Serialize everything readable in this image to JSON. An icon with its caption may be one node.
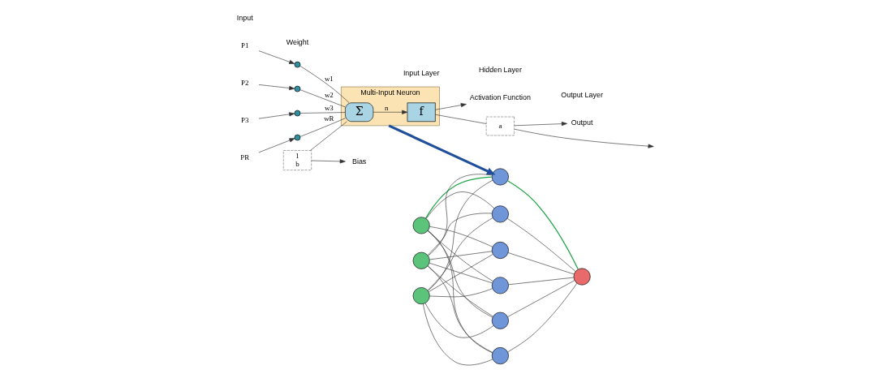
{
  "diagram": {
    "nodes": [
      {
        "text": [
          "Multi-Input Neuron"
        ]
      },
      {
        "text": [
          "Σ"
        ],
        "in": 0
      },
      {
        "text": [
          "f"
        ],
        "in": 0
      },
      {
        "text": [
          "P1"
        ]
      },
      {
        "text": [],
        "shape": "circle"
      },
      {
        "text": [
          "P2"
        ]
      },
      {
        "text": [],
        "shape": "circle"
      },
      {
        "text": [
          "P3"
        ]
      },
      {
        "text": [],
        "shape": "circle"
      },
      {
        "text": [
          "PR"
        ]
      },
      {
        "text": [],
        "shape": "circle"
      },
      {
        "text": [
          "a"
        ]
      },
      {
        "text": [
          "1",
          "b"
        ]
      },
      {
        "text": [
          "Output"
        ]
      },
      {
        "text": [
          "Activation Function"
        ]
      },
      {
        "text": [
          "Bias"
        ]
      },
      {
        "text": [],
        "shape": "circle"
      },
      {
        "text": [],
        "shape": "circle"
      },
      {
        "text": [],
        "shape": "circle"
      },
      {
        "text": [],
        "shape": "circle"
      },
      {
        "text": [],
        "shape": "circle"
      },
      {
        "text": [],
        "shape": "circle"
      },
      {
        "text": [],
        "shape": "circle"
      },
      {
        "text": [],
        "shape": "circle"
      },
      {
        "text": [],
        "shape": "circle"
      },
      {
        "text": [],
        "shape": "circle"
      }
    ],
    "edges": [
      {
        "from": 3,
        "to": 4,
        "arrow": "to"
      },
      {
        "from": 5,
        "to": 6,
        "arrow": "to"
      },
      {
        "from": 7,
        "to": 8,
        "arrow": "to"
      },
      {
        "from": 9,
        "to": 10,
        "arrow": "to"
      },
      {
        "from": 4,
        "to": 1,
        "arrow": "none",
        "label": "w1"
      },
      {
        "from": 6,
        "to": 1,
        "arrow": "none",
        "label": "w2"
      },
      {
        "from": 8,
        "to": 1,
        "arrow": "none",
        "label": "w3"
      },
      {
        "from": 10,
        "to": 1,
        "arrow": "none",
        "label": "wR"
      },
      {
        "from": 1,
        "to": 2,
        "arrow": "to",
        "label": "n"
      },
      {
        "from": 2,
        "to": 11,
        "arrow": "none"
      },
      {
        "from": 11,
        "to": null,
        "arrow": "to"
      },
      {
        "from": 12,
        "to": 1,
        "arrow": "none"
      },
      {
        "from": 11,
        "to": 13,
        "arrow": "to"
      },
      {
        "from": 2,
        "to": 14,
        "arrow": "to"
      },
      {
        "from": 12,
        "to": 15,
        "arrow": "to"
      },
      {
        "from": 0,
        "to": 19,
        "arrow": "to",
        "style": "thick",
        "color": "#1f4e9a"
      },
      {
        "from": 16,
        "to": 19,
        "arrow": "none",
        "color": "#22a64a"
      },
      {
        "from": 16,
        "to": 20,
        "arrow": "none"
      },
      {
        "from": 16,
        "to": 21,
        "arrow": "none"
      },
      {
        "from": 16,
        "to": 22,
        "arrow": "none"
      },
      {
        "from": 16,
        "to": 23,
        "arrow": "none"
      },
      {
        "from": 16,
        "to": 24,
        "arrow": "none"
      },
      {
        "from": 17,
        "to": 19,
        "arrow": "none"
      },
      {
        "from": 17,
        "to": 20,
        "arrow": "none"
      },
      {
        "from": 17,
        "to": 21,
        "arrow": "none"
      },
      {
        "from": 17,
        "to": 22,
        "arrow": "none"
      },
      {
        "from": 17,
        "to": 23,
        "arrow": "none"
      },
      {
        "from": 17,
        "to": 24,
        "arrow": "none"
      },
      {
        "from": 18,
        "to": 19,
        "arrow": "none"
      },
      {
        "from": 18,
        "to": 20,
        "arrow": "none"
      },
      {
        "from": 18,
        "to": 21,
        "arrow": "none"
      },
      {
        "from": 18,
        "to": 22,
        "arrow": "none"
      },
      {
        "from": 18,
        "to": 23,
        "arrow": "none"
      },
      {
        "from": 18,
        "to": 24,
        "arrow": "none"
      },
      {
        "from": 19,
        "to": 25,
        "arrow": "none",
        "color": "#22a64a"
      },
      {
        "from": 20,
        "to": 25,
        "arrow": "none"
      },
      {
        "from": 21,
        "to": 25,
        "arrow": "none"
      },
      {
        "from": 22,
        "to": 25,
        "arrow": "none"
      },
      {
        "from": 23,
        "to": 25,
        "arrow": "none"
      },
      {
        "from": 24,
        "to": 25,
        "arrow": "none"
      }
    ],
    "labels": [
      "Input",
      "Weight",
      "Input Layer",
      "Hidden Layer",
      "Output Layer"
    ]
  }
}
